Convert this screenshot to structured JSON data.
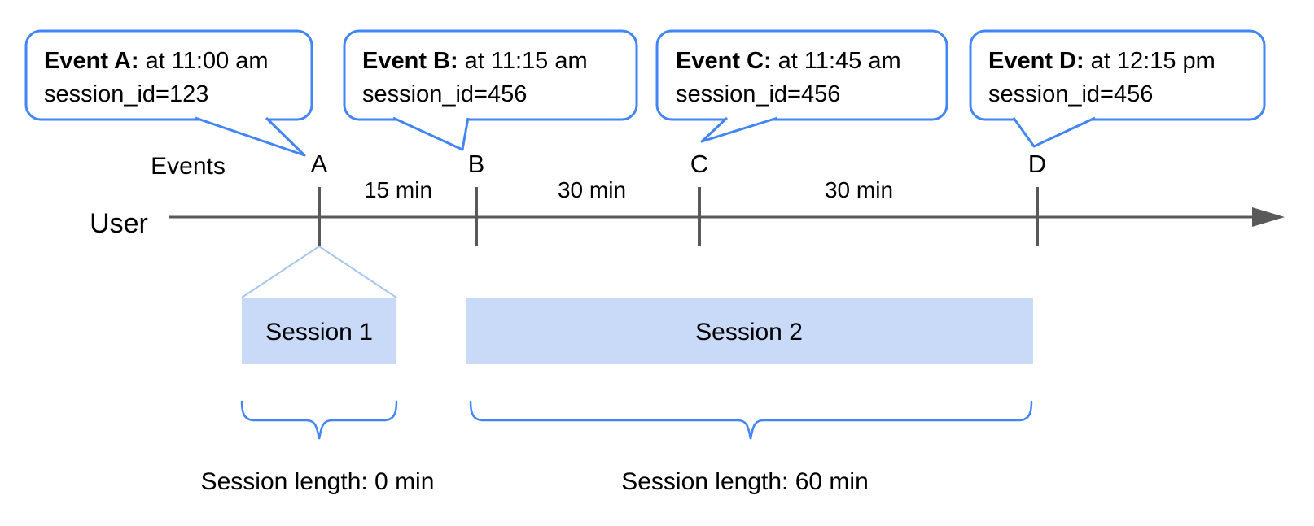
{
  "axis": {
    "events_label": "Events",
    "user_label": "User"
  },
  "callouts": [
    {
      "marker": "A",
      "title": "Event A:",
      "time": "at 11:00 am",
      "session_id": "session_id=123"
    },
    {
      "marker": "B",
      "title": "Event B:",
      "time": "at 11:15 am",
      "session_id": "session_id=456"
    },
    {
      "marker": "C",
      "title": "Event C:",
      "time": "at 11:45 am",
      "session_id": "session_id=456"
    },
    {
      "marker": "D",
      "title": "Event D:",
      "time": "at 12:15 pm",
      "session_id": "session_id=456"
    }
  ],
  "intervals": [
    {
      "label": "15 min"
    },
    {
      "label": "30 min"
    },
    {
      "label": "30 min"
    }
  ],
  "sessions": [
    {
      "label": "Session 1",
      "length_label": "Session length: 0 min"
    },
    {
      "label": "Session 2",
      "length_label": "Session length: 60 min"
    }
  ],
  "colors": {
    "accent_blue": "#4285f4",
    "session_fill": "#c9daf8",
    "funnel_stroke": "#a8c7f0",
    "timeline_gray": "#595959",
    "text": "#000000"
  }
}
